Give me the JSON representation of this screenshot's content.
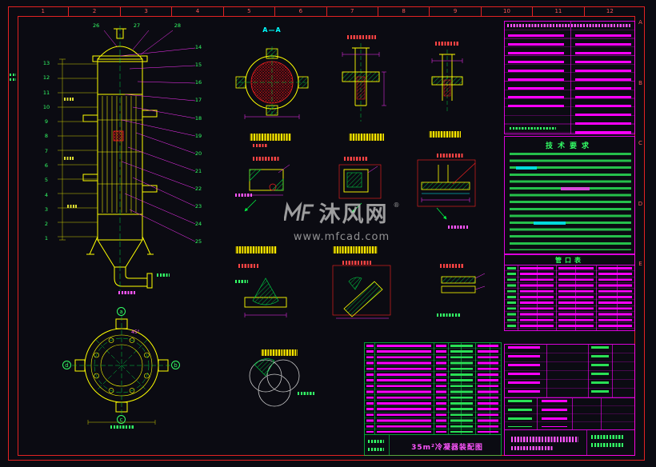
{
  "frame": {
    "grid_columns": [
      "1",
      "2",
      "3",
      "4",
      "5",
      "6",
      "7",
      "8",
      "9",
      "10",
      "11",
      "12"
    ],
    "grid_rows": [
      "A",
      "B",
      "C",
      "D",
      "E"
    ]
  },
  "views": {
    "section_label": "A—A"
  },
  "callouts": {
    "left": [
      "13",
      "12",
      "11",
      "10",
      "9",
      "8",
      "7",
      "6",
      "5",
      "4",
      "3",
      "2",
      "1"
    ],
    "right": [
      "14",
      "15",
      "16",
      "17",
      "18",
      "19",
      "20",
      "21",
      "22",
      "23",
      "24",
      "25"
    ],
    "top": [
      "26",
      "27",
      "28"
    ]
  },
  "flange_view": {
    "port_labels": [
      "a",
      "b",
      "c",
      "d"
    ],
    "angle_label": "45°"
  },
  "panels": {
    "tech_requirements_title": "技术要求",
    "nozzle_table_title": "管口表"
  },
  "title_block": {
    "drawing_title": "35m²冷凝器装配图"
  },
  "watermark": {
    "logo": "MF",
    "site_name": "沐风网",
    "registered_mark": "®",
    "site_url": "www.mfcad.com"
  },
  "colors": {
    "background": "#0b0b12",
    "frame_red": "#e32222",
    "line_yellow": "#ffff00",
    "callout_magenta": "#ff33ff",
    "hatch_green": "#00cc44",
    "table_magenta": "#ff00ff",
    "text_green": "#33ff66",
    "text_cyan": "#00ffff",
    "highlight_yellow": "#ffe900",
    "watermark_gray": "#bdbdbd"
  }
}
